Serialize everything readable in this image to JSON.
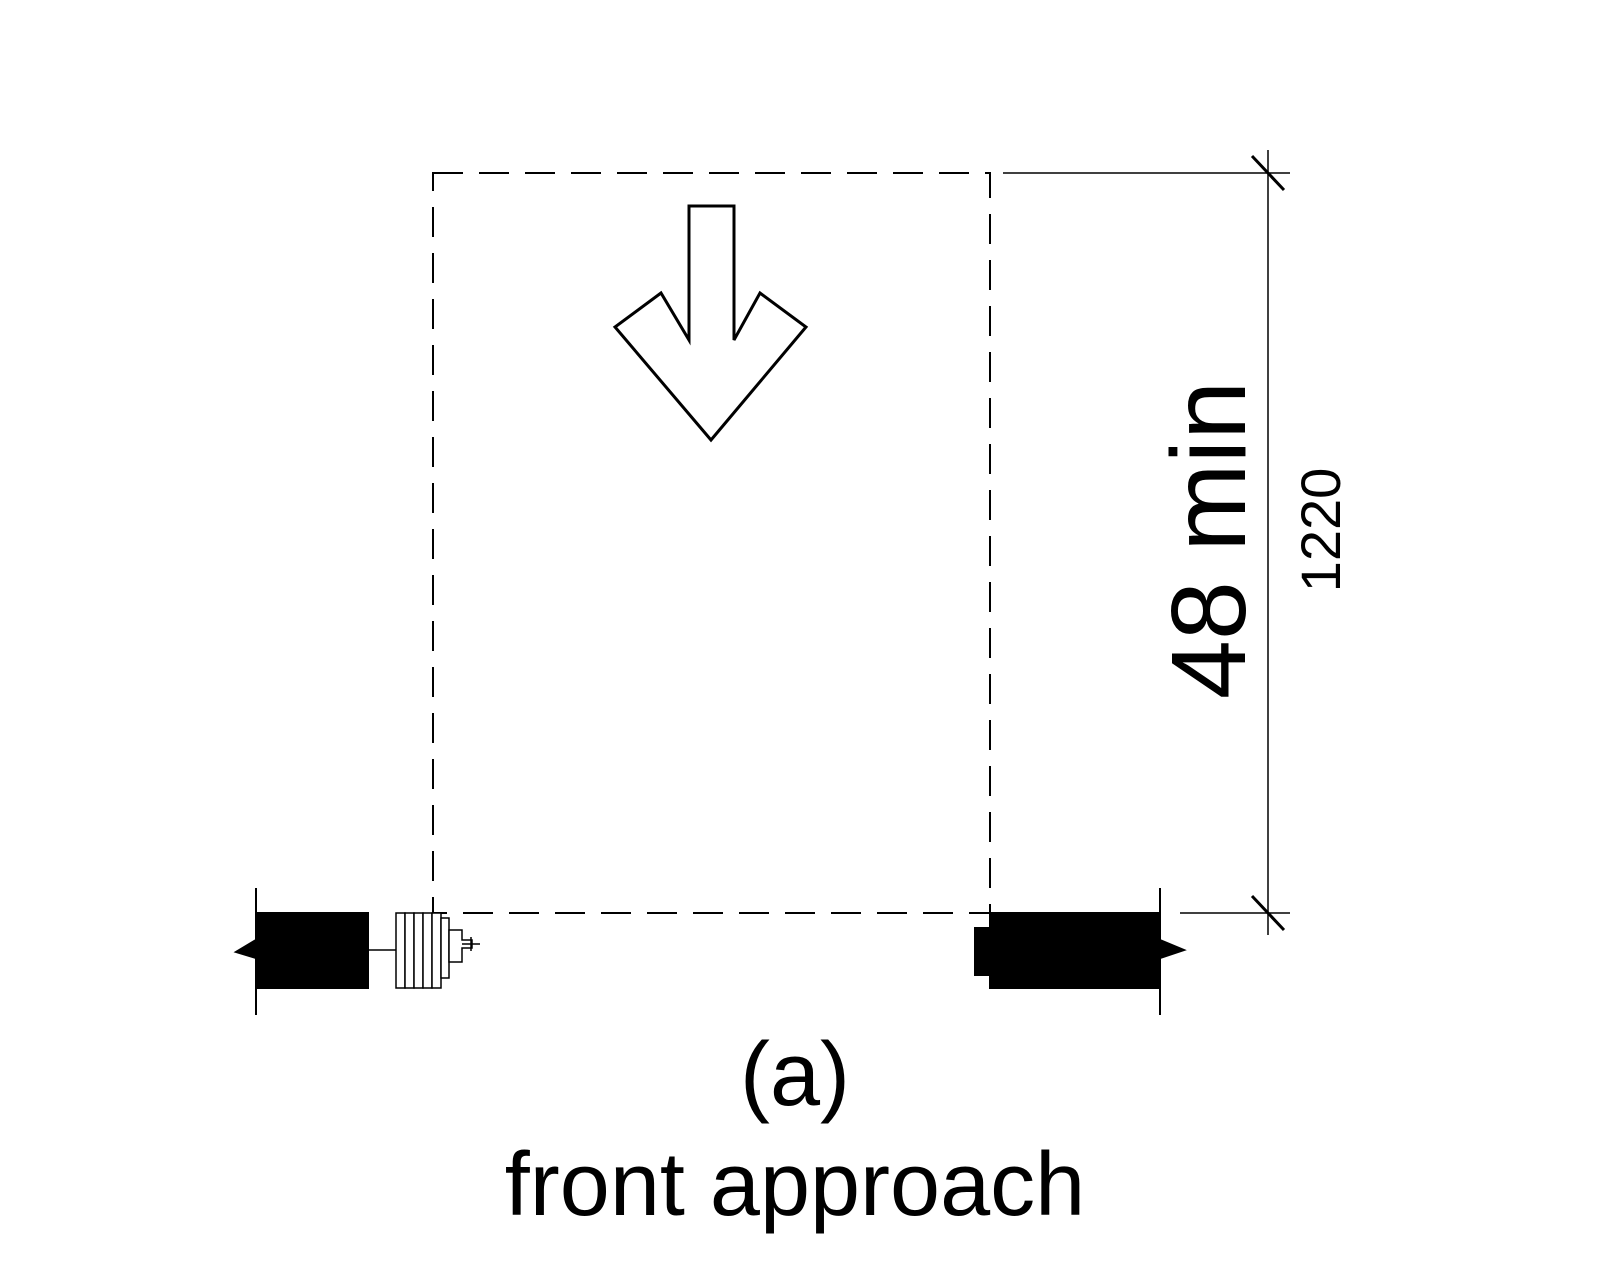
{
  "diagram": {
    "dimension": {
      "value_in": "48 min",
      "value_mm": "1220"
    },
    "caption": {
      "label": "(a)",
      "title": "front approach"
    }
  },
  "colors": {
    "ink": "#000000",
    "background": "#ffffff"
  },
  "icons": {
    "approach_arrow": "arrow-down-icon",
    "door_hinge": "door-hinge-icon"
  }
}
